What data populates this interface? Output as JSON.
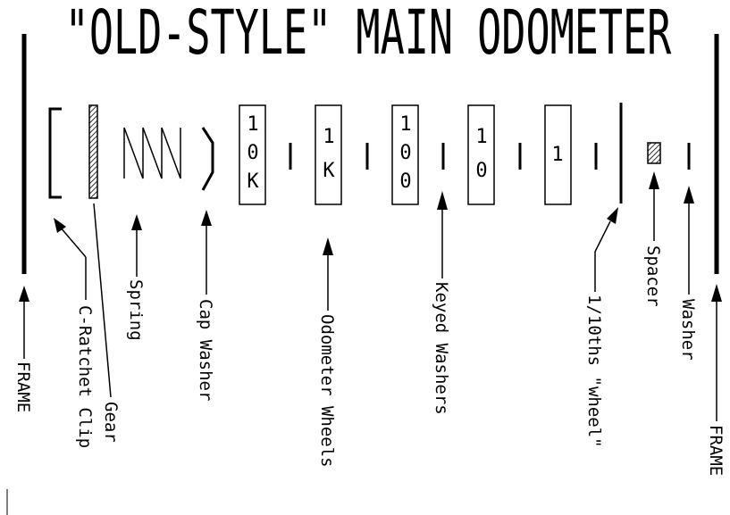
{
  "title": "\"OLD-STYLE\" MAIN ODOMETER",
  "wheels": [
    {
      "digits": [
        "1",
        "0",
        "K"
      ]
    },
    {
      "digits": [
        "1",
        "K"
      ]
    },
    {
      "digits": [
        "1",
        "0",
        "0"
      ]
    },
    {
      "digits": [
        "1",
        "0"
      ]
    },
    {
      "digits": [
        "1"
      ]
    }
  ],
  "labels": {
    "frame_left": "FRAME",
    "c_ratchet_clip": "C-Ratchet Clip",
    "gear": "Gear",
    "spring": "Spring",
    "cap_washer": "Cap Washer",
    "odometer_wheels": "Odometer Wheels",
    "keyed_washers": "Keyed Washers",
    "tenths_wheel": "1/10ths \"wheel\"",
    "spacer": "Spacer",
    "washer": "Washer",
    "frame_right": "FRAME"
  }
}
